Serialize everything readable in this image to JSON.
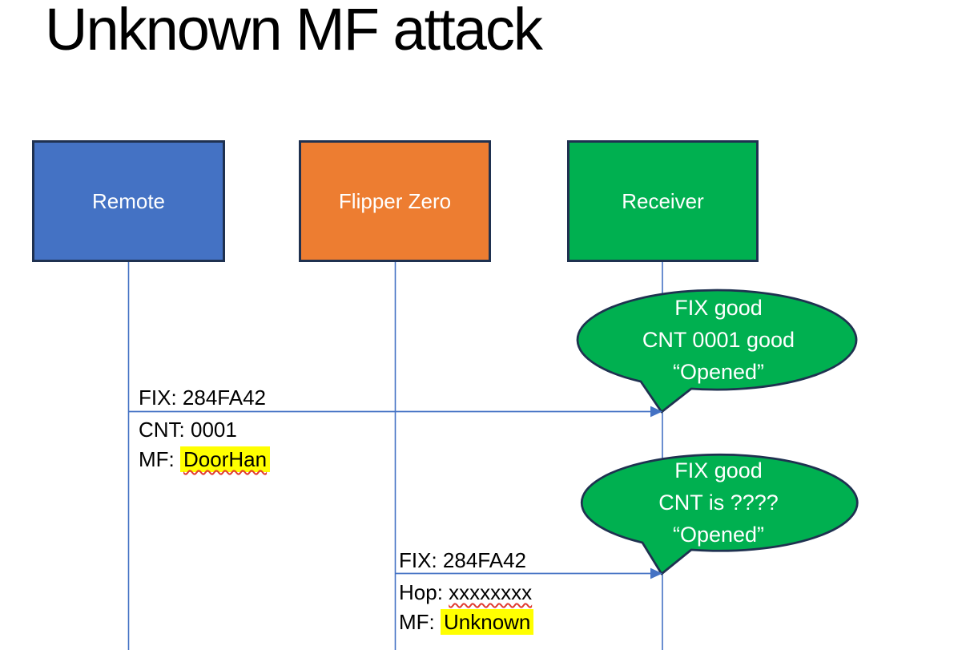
{
  "title": "Unknown MF attack",
  "actors": [
    {
      "label": "Remote",
      "fill": "#4472C4"
    },
    {
      "label": "Flipper Zero",
      "fill": "#ED7D31"
    },
    {
      "label": "Receiver",
      "fill": "#00B050"
    }
  ],
  "messages": [
    {
      "from": "Remote",
      "to": "Receiver",
      "above_line": "FIX: 284FA42",
      "below_line_1": "CNT: 0001",
      "below_line_2_prefix": "MF: ",
      "below_line_2_highlight": "DoorHan"
    },
    {
      "from": "Flipper Zero",
      "to": "Receiver",
      "above_line": "FIX: 284FA42",
      "below_line_1_prefix": "Hop: ",
      "below_line_1_underlined": "xxxxxxxx",
      "below_line_2_prefix": "MF: ",
      "below_line_2_highlight": "Unknown"
    }
  ],
  "speech_bubbles": [
    {
      "line1": "FIX good",
      "line2": "CNT 0001 good",
      "line3": "“Opened”"
    },
    {
      "line1": "FIX good",
      "line2": "CNT is ????",
      "line3": "“Opened”"
    }
  ],
  "colors": {
    "remote_fill": "#4472C4",
    "flipper_fill": "#ED7D31",
    "receiver_fill": "#00B050",
    "bubble_fill": "#00B050",
    "shape_border": "#1F3150",
    "connector_blue": "#4472C4",
    "highlight_yellow": "#FFFF00",
    "spellcheck_red": "#E03C31",
    "title_color": "#000000",
    "box_text": "#FFFFFF",
    "bubble_text": "#FFFFFF",
    "background": "#FFFFFF"
  }
}
